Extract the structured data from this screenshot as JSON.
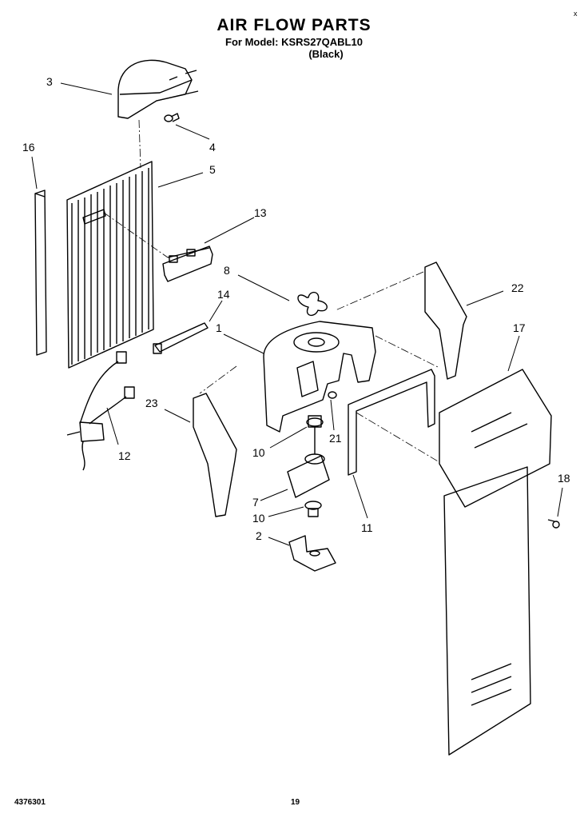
{
  "header": {
    "title": "AIR FLOW PARTS",
    "model": "For Model: KSRS27QABL10",
    "color": "(Black)"
  },
  "footer": {
    "part_number": "4376301",
    "page": "19",
    "corner_mark": "x"
  },
  "callouts": [
    "1",
    "2",
    "3",
    "4",
    "5",
    "7",
    "8",
    "10",
    "10",
    "11",
    "12",
    "13",
    "14",
    "16",
    "17",
    "18",
    "21",
    "22",
    "23"
  ]
}
